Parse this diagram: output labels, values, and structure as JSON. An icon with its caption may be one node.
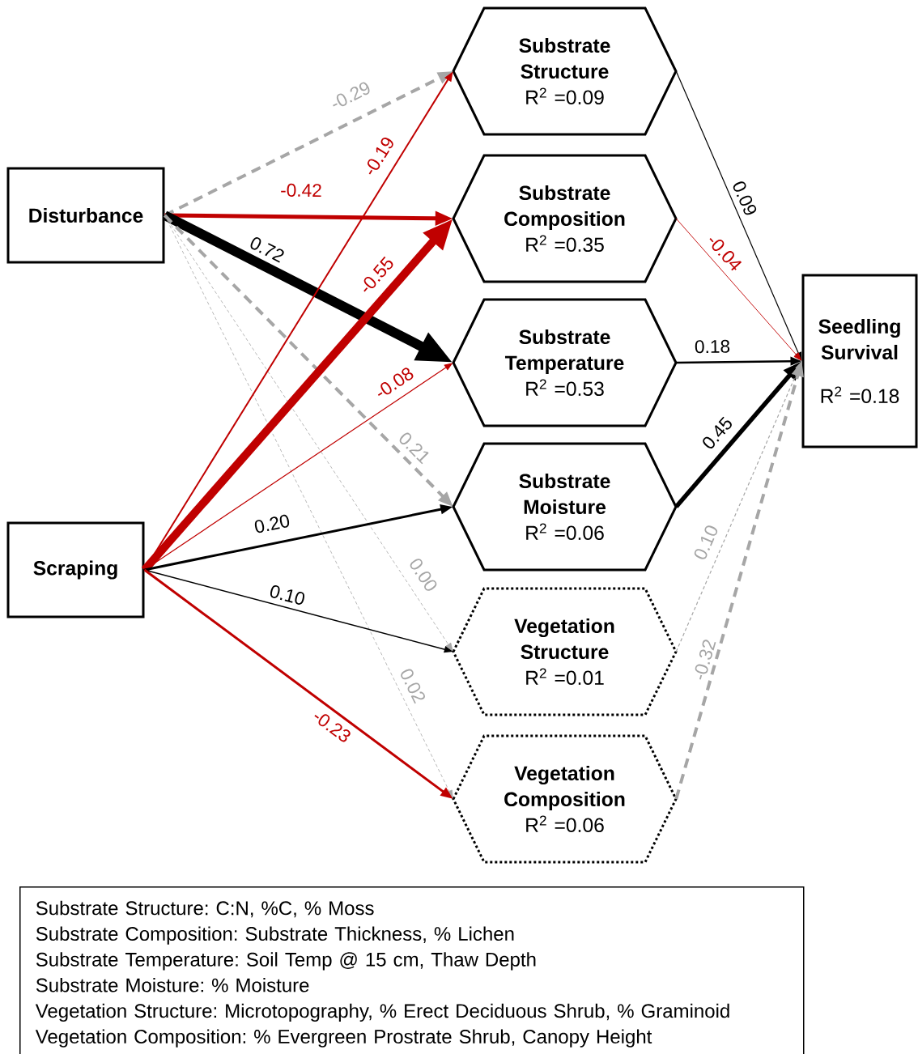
{
  "diagram": {
    "nodes": [
      {
        "text": [
          "Disturbance"
        ]
      },
      {
        "text": [
          "Scraping"
        ]
      },
      {
        "text": [
          "Substrate Structure",
          "R$^{2}$ =0.09"
        ]
      },
      {
        "text": [
          "Substrate Composition",
          "R$^{2}$ =0.35"
        ]
      },
      {
        "text": [
          "Substrate Temperature",
          "R$^{2}$ =0.53"
        ]
      },
      {
        "text": [
          "Substrate Moisture",
          "R$^{2}$ =0.06"
        ]
      },
      {
        "text": [
          "Vegetation Structure",
          "R$^{2}$ =0.01"
        ]
      },
      {
        "text": [
          "Vegetation Composition",
          "R$^{2}$ =0.06"
        ]
      },
      {
        "text": [
          "Seedling Survival",
          "R$^{2}$ =0.18"
        ]
      },
      {
        "text": [
          "Substrate Structure: C:N, %C, % Moss",
          "Substrate Composition: Substrate Thickness, % Lichen",
          "Substrate Temperature: Soil Temp @ 15 cm, Thaw Depth",
          "Substrate Moisture: % Moisture",
          "Vegetation Structure: Microtopography, % Erect Deciduous Shrub, % Graminoid",
          "Vegetation Composition: % Evergreen Prostrate Shrub, Canopy Height"
        ]
      }
    ],
    "edges": [
      {
        "from": 0,
        "to": 2,
        "arrow": "to",
        "label": "-0.29",
        "style": "dashed",
        "color": "#a6a6a6"
      },
      {
        "from": 0,
        "to": 3,
        "arrow": "to",
        "label": "-0.42",
        "style": "thick",
        "color": "#c00000"
      },
      {
        "from": 0,
        "to": 4,
        "arrow": "to",
        "label": "0.72",
        "style": "thick",
        "color": "#000000"
      },
      {
        "from": 0,
        "to": 5,
        "arrow": "to",
        "label": "0.21",
        "style": "dashed",
        "color": "#a6a6a6"
      },
      {
        "from": 0,
        "to": 6,
        "arrow": "to",
        "label": "0.00",
        "style": "dashed",
        "color": "#a6a6a6"
      },
      {
        "from": 0,
        "to": 7,
        "arrow": "to",
        "label": "0.02",
        "style": "dashed",
        "color": "#a6a6a6"
      },
      {
        "from": 1,
        "to": 2,
        "arrow": "to",
        "label": "-0.19",
        "color": "#c00000"
      },
      {
        "from": 1,
        "to": 3,
        "arrow": "to",
        "label": "-0.55",
        "style": "thick",
        "color": "#c00000"
      },
      {
        "from": 1,
        "to": 4,
        "arrow": "to",
        "label": "-0.08",
        "color": "#c00000"
      },
      {
        "from": 1,
        "to": 5,
        "arrow": "to",
        "label": "0.20",
        "color": "#000000"
      },
      {
        "from": 1,
        "to": 6,
        "arrow": "to",
        "label": "0.10",
        "color": "#000000"
      },
      {
        "from": 1,
        "to": 7,
        "arrow": "to",
        "label": "-0.23",
        "color": "#c00000"
      },
      {
        "from": 2,
        "to": 8,
        "arrow": "to",
        "label": "0.09",
        "color": "#000000"
      },
      {
        "from": 3,
        "to": 8,
        "arrow": "to",
        "label": "-0.04",
        "color": "#c00000"
      },
      {
        "from": 4,
        "to": 8,
        "arrow": "to",
        "label": "0.18",
        "color": "#000000"
      },
      {
        "from": 5,
        "to": 8,
        "arrow": "to",
        "label": "0.45",
        "style": "thick",
        "color": "#000000"
      },
      {
        "from": 6,
        "to": 8,
        "arrow": "to",
        "label": "0.10",
        "style": "dashed",
        "color": "#a6a6a6"
      },
      {
        "from": 7,
        "to": 8,
        "arrow": "to",
        "label": "-0.32",
        "style": "dashed",
        "color": "#a6a6a6"
      }
    ]
  }
}
